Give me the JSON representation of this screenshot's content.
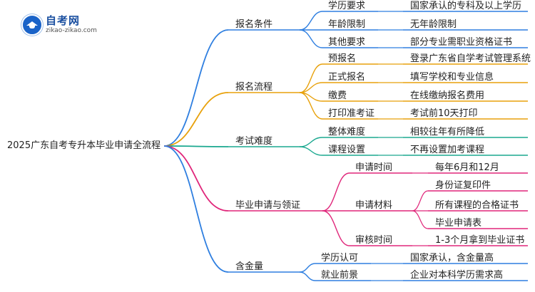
{
  "logo": {
    "name": "自考网",
    "url": "zikao-zikao.com"
  },
  "root": "2025广东自考专升本毕业申请全流程",
  "branches": [
    {
      "label": "报名条件",
      "color": "#2f7fe0",
      "children": [
        {
          "label": "学历要求",
          "leaves": [
            "国家承认的专科及以上学历"
          ]
        },
        {
          "label": "年龄限制",
          "leaves": [
            "无年龄限制"
          ]
        },
        {
          "label": "其他要求",
          "leaves": [
            "部分专业需职业资格证书"
          ]
        }
      ]
    },
    {
      "label": "报名流程",
      "color": "#e8a10b",
      "children": [
        {
          "label": "预报名",
          "leaves": [
            "登录广东省自学考试管理系统"
          ]
        },
        {
          "label": "正式报名",
          "leaves": [
            "填写学校和专业信息"
          ]
        },
        {
          "label": "缴费",
          "leaves": [
            "在线缴纳报名费用"
          ]
        },
        {
          "label": "打印准考证",
          "leaves": [
            "考试前10天打印"
          ]
        }
      ]
    },
    {
      "label": "考试难度",
      "color": "#1aa88f",
      "children": [
        {
          "label": "整体难度",
          "leaves": [
            "相较往年有所降低"
          ]
        },
        {
          "label": "课程设置",
          "leaves": [
            "不再设置加考课程"
          ]
        }
      ]
    },
    {
      "label": "毕业申请与领证",
      "color": "#e0267a",
      "children": [
        {
          "label": "申请时间",
          "leaves": [
            "每年6月和12月"
          ]
        },
        {
          "label": "申请材料",
          "leaves": [
            "身份证复印件",
            "所有课程的合格证书",
            "毕业申请表"
          ]
        },
        {
          "label": "审核时间",
          "leaves": [
            "1-3个月拿到毕业证书"
          ]
        }
      ]
    },
    {
      "label": "含金量",
      "color": "#2f7fe0",
      "children": [
        {
          "label": "学历认可",
          "leaves": [
            "国家承认，含金量高"
          ]
        },
        {
          "label": "就业前景",
          "leaves": [
            "企业对本科学历需求高"
          ]
        }
      ]
    }
  ]
}
